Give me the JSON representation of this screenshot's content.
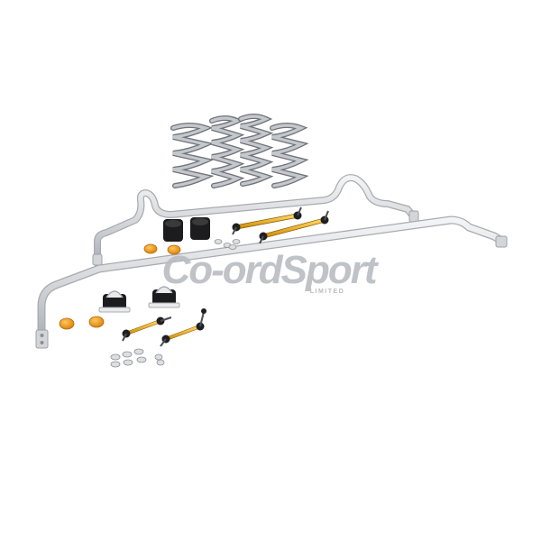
{
  "watermark": {
    "brand": "Co-ordSport",
    "tagline": "LIMITED",
    "color": "#b8bcc2"
  },
  "colors": {
    "bar": "#d8dadd",
    "bar_edge": "#a7abb1",
    "spring": "#b9bcc1",
    "spring_edge": "#6f737a",
    "bushing": "#1c1c1e",
    "link_rod": "#f2b21b",
    "bracket": "#e9eaec",
    "nut": "#f0a21c",
    "washer": "#d7d9dc"
  },
  "items": [
    "front-anti-roll-bar",
    "rear-anti-roll-bar",
    "coil-springs",
    "bushings",
    "link-rods",
    "lock-nuts",
    "washers"
  ]
}
